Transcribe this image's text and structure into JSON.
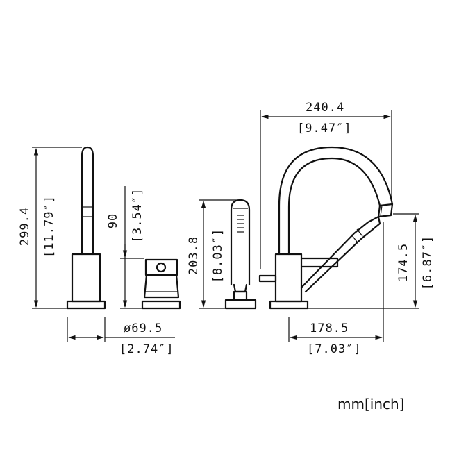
{
  "dimensions": {
    "spout_height_mm": "299.4",
    "spout_height_in": "[11.79″]",
    "handle_height_mm": "90",
    "handle_height_in": "[3.54″]",
    "base_diameter_mm": "ø69.5",
    "base_diameter_in": "[2.74″]",
    "handshower_height_mm": "203.8",
    "handshower_height_in": "[8.03″]",
    "mixer_width_mm": "240.4",
    "mixer_width_in": "[9.47″]",
    "mixer_height_mm": "174.5",
    "mixer_height_in": "[6.87″]",
    "mixer_reach_mm": "178.5",
    "mixer_reach_in": "[7.03″]"
  },
  "units_label": "mm[inch]"
}
